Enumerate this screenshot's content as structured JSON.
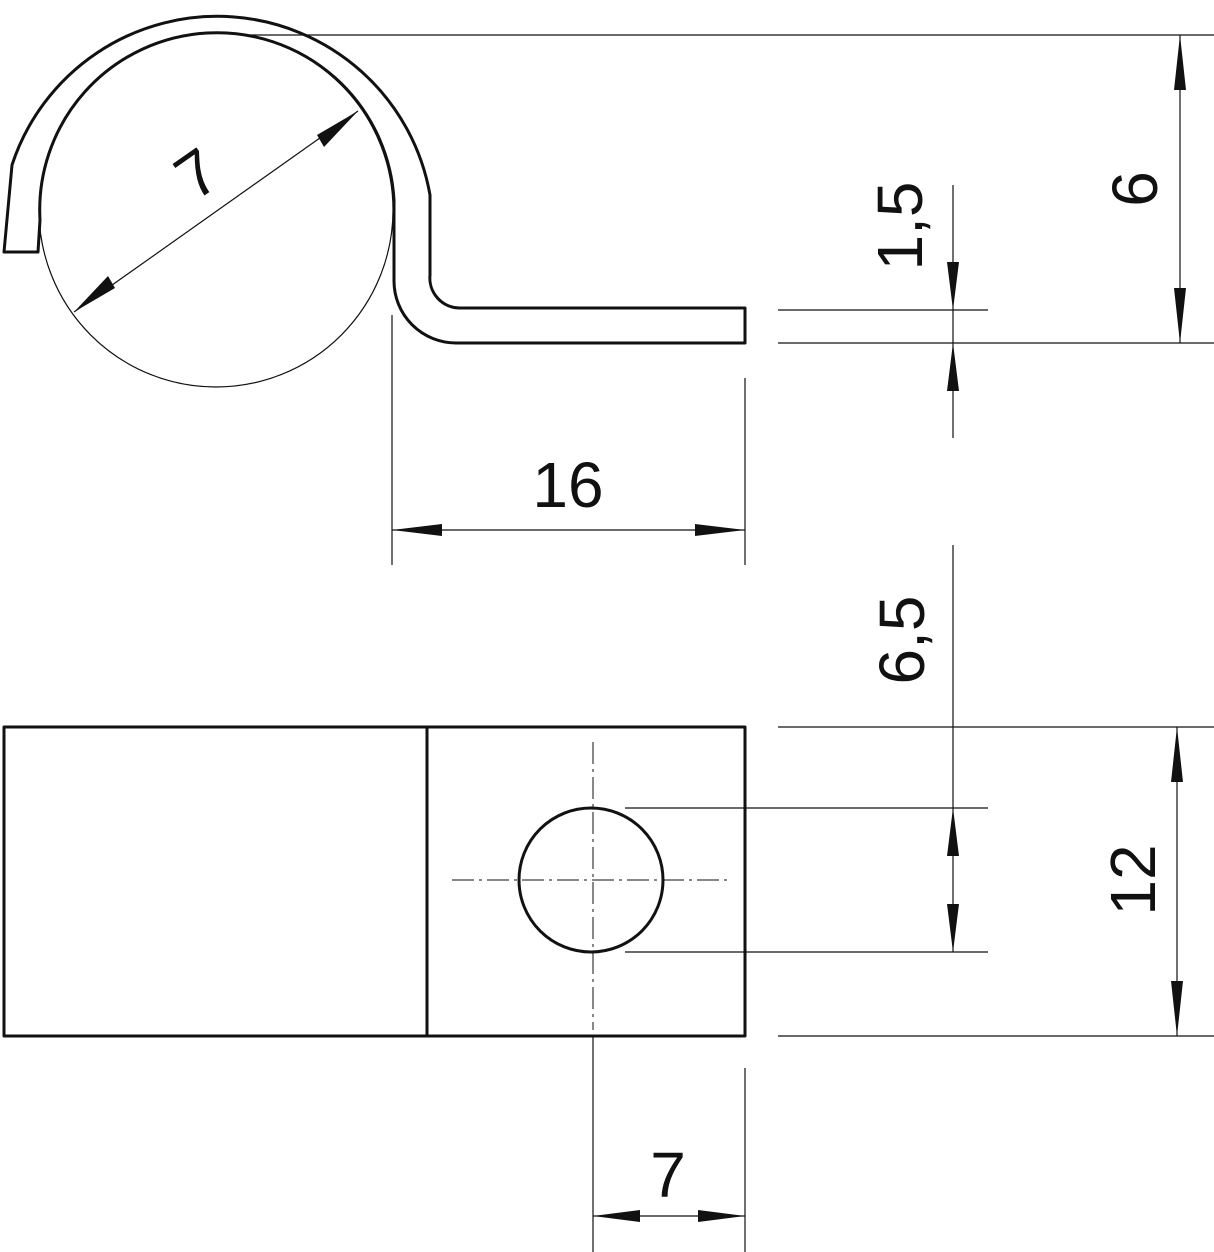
{
  "dimensions": {
    "ring_diameter": "7",
    "total_height": "6",
    "sheet_thickness": "1,5",
    "foot_length": "16",
    "hole_diameter": "6,5",
    "strap_width": "12",
    "hole_edge_distance": "7"
  }
}
